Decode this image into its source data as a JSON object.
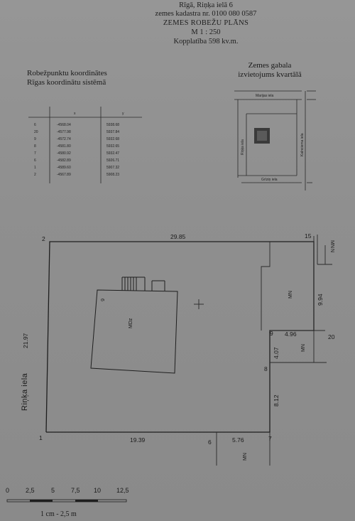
{
  "header": {
    "address": "Rīgā, Riņķa ielā 6",
    "cadastre": "zemes kadastra nr. 0100 080 0587",
    "title": "ZEMES ROBEŽU PLĀNS",
    "scale": "M 1 : 250",
    "area": "Kopplatība 598 kv.m."
  },
  "coordinates_block": {
    "title_line1": "Robežpunktu koordinātes",
    "title_line2": "Rīgas koordinātu sistēmā",
    "col_x": "x",
    "col_y": "y",
    "rows": [
      {
        "pt": "6",
        "x": "-4568.04",
        "y": "5938.68"
      },
      {
        "pt": "20",
        "x": "-4577.98",
        "y": "5937.84"
      },
      {
        "pt": "9",
        "x": "-4572.74",
        "y": "5932.68"
      },
      {
        "pt": "8",
        "x": "-4581.80",
        "y": "5932.65"
      },
      {
        "pt": "7",
        "x": "-4580.92",
        "y": "5932.47"
      },
      {
        "pt": "6",
        "x": "-4582.89",
        "y": "5926.71"
      },
      {
        "pt": "1",
        "x": "-4589.60",
        "y": "5907.32"
      },
      {
        "pt": "2",
        "x": "-4567.89",
        "y": "5908.23"
      }
    ]
  },
  "location_block": {
    "title_line1": "Zemes gabala",
    "title_line2": "izvietojums kvartālā",
    "street_top": "Marijas iela",
    "street_left": "Riņķa iela",
    "street_right": "Kalnciema iela",
    "street_bottom": "Grīziņ iela"
  },
  "plan": {
    "street_name": "Riņķa iela",
    "dim_top": "29.85",
    "dim_left": "21.97",
    "dim_bottom": "19.39",
    "dim_bottom_right": "5.76",
    "dim_right_upper": "9.94",
    "dim_mid_horizontal": "4.96",
    "dim_mid_vertical": "4.07",
    "dim_right_lower": "8.12",
    "pt_1": "1",
    "pt_2": "2",
    "pt_6": "6",
    "pt_7": "7",
    "pt_8": "8",
    "pt_9": "9",
    "pt_15": "15",
    "pt_20": "20",
    "pt_N": "N",
    "building_label": "MDz",
    "building_num": "6",
    "neighbor_label": "MN"
  },
  "scale_bar": {
    "ticks": [
      "0",
      "2,5",
      "5",
      "7,5",
      "10",
      "12,5"
    ],
    "caption": "1 cm - 2,5 m"
  }
}
